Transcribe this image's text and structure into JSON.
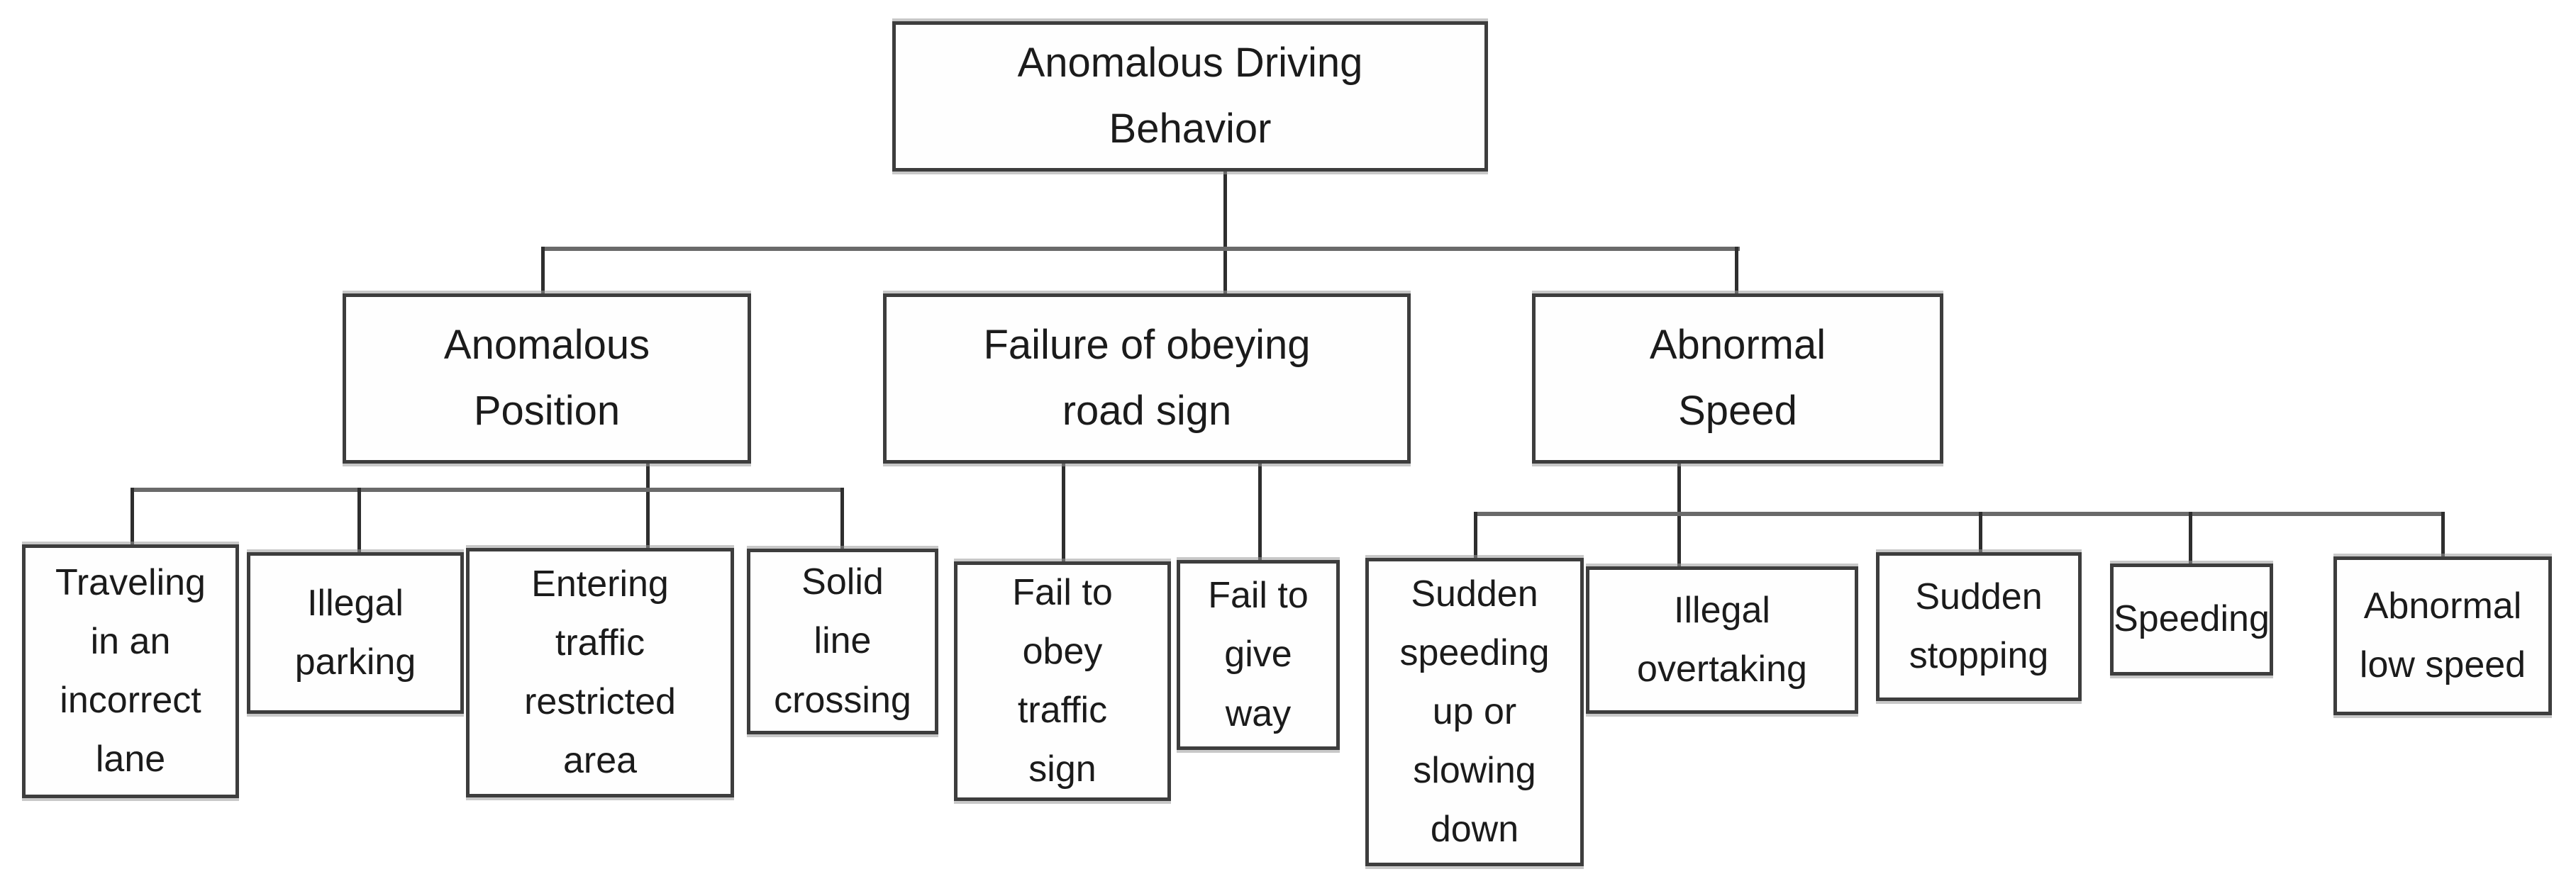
{
  "figure": {
    "type": "hierarchy-tree",
    "description": "Taxonomy of anomalous driving behavior"
  },
  "colors": {
    "background": "#ffffff",
    "box_fill": "#fefefe",
    "box_border": "#3d3d3d",
    "connector_vertical": "#2e2e2e",
    "connector_horizontal": "#6a6a6a",
    "text": "#1b1b1b"
  },
  "tree": {
    "root": {
      "label": "Anomalous Driving\nBehavior"
    },
    "categories": [
      {
        "label": "Anomalous\nPosition",
        "children": [
          {
            "label": "Traveling\nin an\nincorrect\nlane"
          },
          {
            "label": "Illegal\nparking"
          },
          {
            "label": "Entering\ntraffic\nrestricted\narea"
          },
          {
            "label": "Solid\nline\ncrossing"
          }
        ]
      },
      {
        "label": "Failure of obeying\nroad sign",
        "children": [
          {
            "label": "Fail to\nobey\ntraffic\nsign"
          },
          {
            "label": "Fail to\ngive\nway"
          }
        ]
      },
      {
        "label": "Abnormal\nSpeed",
        "children": [
          {
            "label": "Sudden\nspeeding\nup or\nslowing\ndown"
          },
          {
            "label": "Illegal\novertaking"
          },
          {
            "label": "Sudden\nstopping"
          },
          {
            "label": "Speeding"
          },
          {
            "label": "Abnormal\nlow speed"
          }
        ]
      }
    ]
  }
}
